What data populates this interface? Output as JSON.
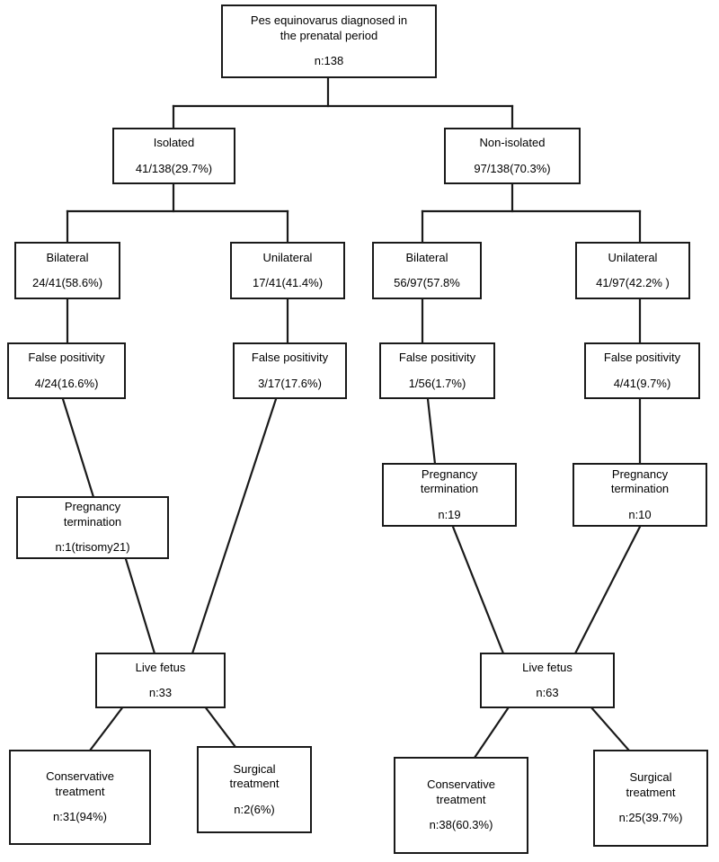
{
  "diagram": {
    "type": "flowchart",
    "title": "Pes equinovarus diagnosed in the prenatal period cohort flow diagram",
    "style": {
      "box_border_color": "#1a1a1a",
      "box_fill_color": "#ffffff",
      "text_color": "#000000",
      "connector_color": "#1a1a1a"
    },
    "nodes": {
      "root": {
        "title_line1": "Pes equinovarus diagnosed in",
        "title_line2": "the prenatal period",
        "stat": "n:138"
      },
      "isolated": {
        "title_line1": "Isolated",
        "stat": "41/138(29.7%)"
      },
      "non_isolated": {
        "title_line1": "Non-isolated",
        "stat": "97/138(70.3%)"
      },
      "iso_bilateral": {
        "title_line1": "Bilateral",
        "stat": "24/41(58.6%)"
      },
      "iso_unilateral": {
        "title_line1": "Unilateral",
        "stat": "17/41(41.4%)"
      },
      "non_bilateral": {
        "title_line1": "Bilateral",
        "stat": "56/97(57.8%"
      },
      "non_unilateral": {
        "title_line1": "Unilateral",
        "stat": "41/97(42.2% )"
      },
      "fp_iso_bilateral": {
        "title_line1": "False positivity",
        "stat": "4/24(16.6%)"
      },
      "fp_iso_unilateral": {
        "title_line1": "False positivity",
        "stat": "3/17(17.6%)"
      },
      "fp_non_bilateral": {
        "title_line1": "False positivity",
        "stat": "1/56(1.7%)"
      },
      "fp_non_unilateral": {
        "title_line1": "False positivity",
        "stat": "4/41(9.7%)"
      },
      "term_iso": {
        "title_line1": "Pregnancy",
        "title_line2": "termination",
        "stat": "n:1(trisomy21)"
      },
      "term_non_bilateral": {
        "title_line1": "Pregnancy",
        "title_line2": "termination",
        "stat": "n:19"
      },
      "term_non_unilateral": {
        "title_line1": "Pregnancy",
        "title_line2": "termination",
        "stat": "n:10"
      },
      "live_iso": {
        "title_line1": "Live fetus",
        "stat": "n:33"
      },
      "live_non": {
        "title_line1": "Live fetus",
        "stat": "n:63"
      },
      "cons_iso": {
        "title_line1": "Conservative",
        "title_line2": "treatment",
        "stat": "n:31(94%)"
      },
      "surg_iso": {
        "title_line1": "Surgical",
        "title_line2": "treatment",
        "stat": "n:2(6%)"
      },
      "cons_non": {
        "title_line1": "Conservative",
        "title_line2": "treatment",
        "stat": "n:38(60.3%)"
      },
      "surg_non": {
        "title_line1": "Surgical",
        "title_line2": "treatment",
        "stat": "n:25(39.7%)"
      }
    }
  }
}
